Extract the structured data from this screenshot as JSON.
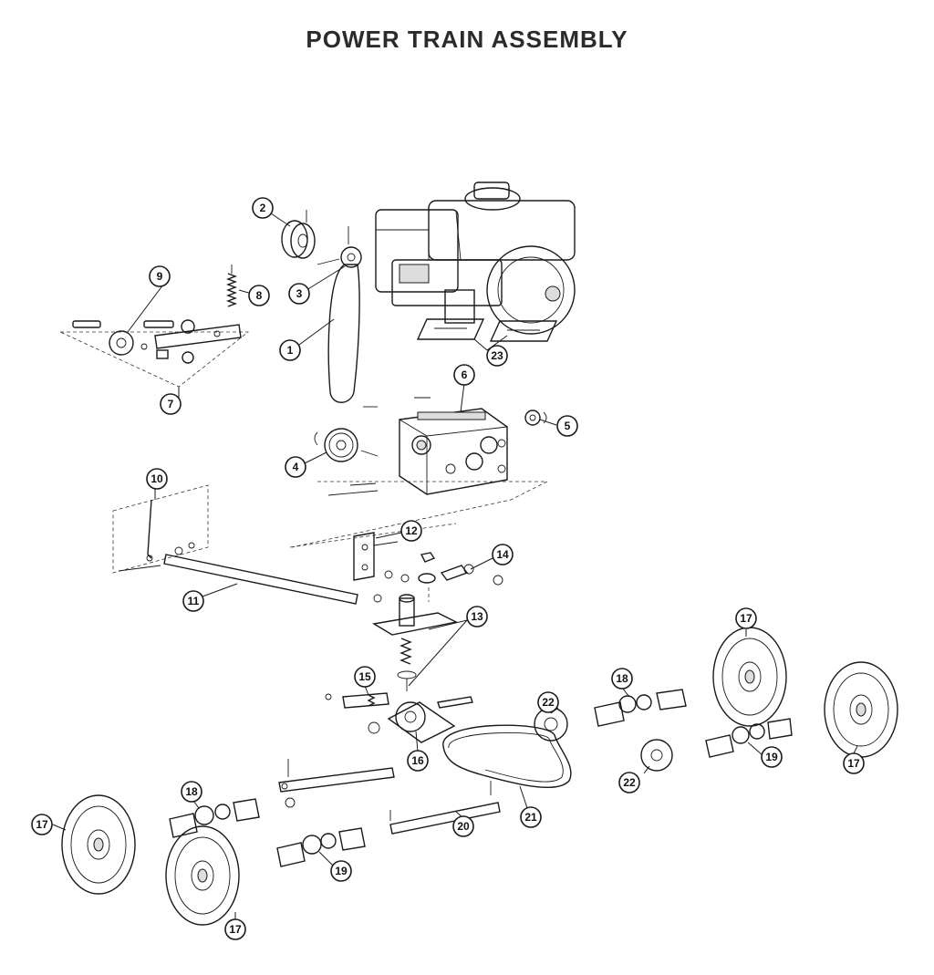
{
  "title": "POWER TRAIN ASSEMBLY",
  "callouts": [
    "1",
    "2",
    "3",
    "4",
    "5",
    "6",
    "7",
    "8",
    "9",
    "10",
    "11",
    "12",
    "13",
    "14",
    "15",
    "16",
    "17",
    "18",
    "19",
    "20",
    "21",
    "22",
    "23"
  ]
}
